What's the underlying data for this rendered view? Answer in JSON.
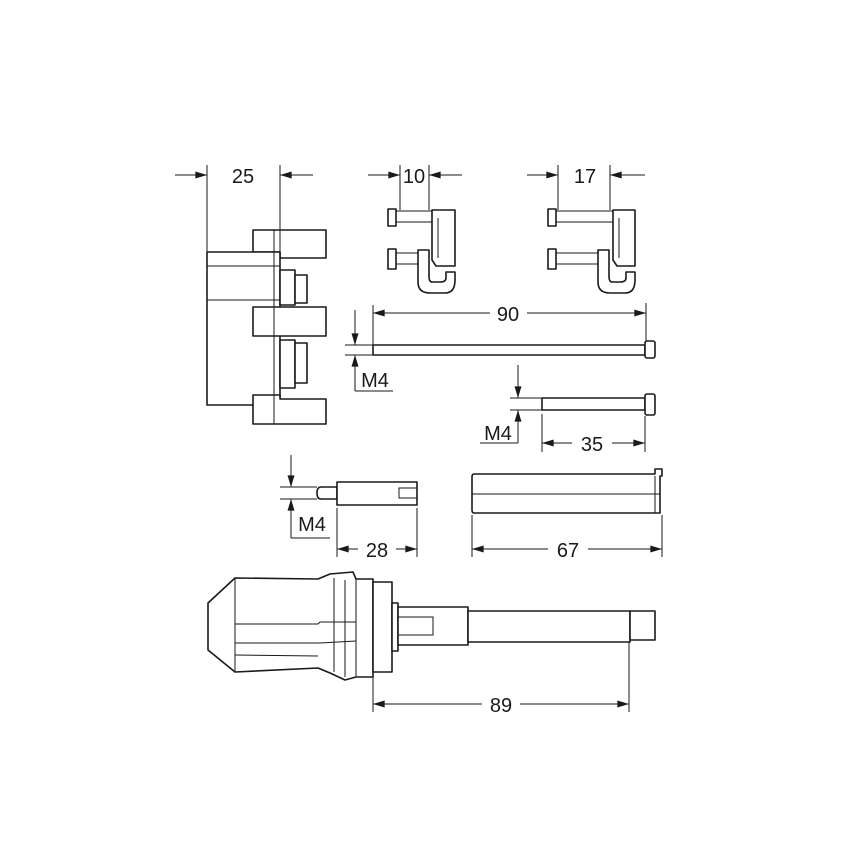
{
  "dimensions": {
    "block_width": "25",
    "hook_small_width": "10",
    "hook_large_width": "17",
    "long_bolt_length": "90",
    "long_bolt_thread": "M4",
    "short_bolt_thread": "M4",
    "short_bolt_length": "35",
    "pin_thread": "M4",
    "pin_length": "28",
    "sleeve_length": "67",
    "valve_shaft_length": "89"
  },
  "colors": {
    "line": "#1a1a1a",
    "background": "#ffffff"
  }
}
